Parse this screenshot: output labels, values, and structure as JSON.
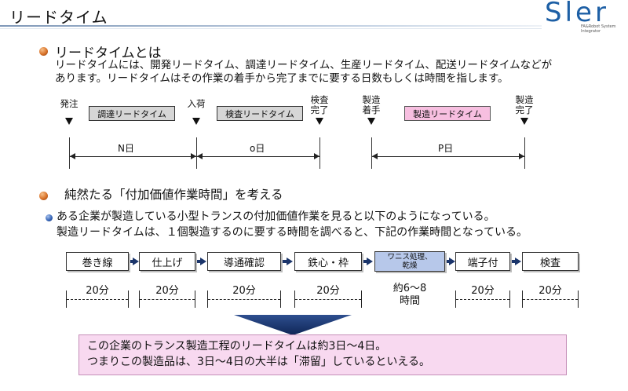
{
  "header": {
    "title": "リードタイム",
    "logo": {
      "text": "Sler",
      "subtitle": "FA&Robot System Integrator"
    }
  },
  "section1": {
    "title": "リードタイムとは",
    "body": [
      "リードタイムには、開発リードタイム、調達リードタイム、生産リードタイム、配送リードタイムなどが",
      "あります。リードタイムはその作業の着手から完了までに要する日数もしくは時間を指します。"
    ],
    "timeline": {
      "markers": [
        {
          "label": [
            "発注"
          ]
        },
        {
          "label": [
            "入荷"
          ]
        },
        {
          "label": [
            "検査",
            "完了"
          ]
        },
        {
          "label": [
            "製造",
            "着手"
          ]
        },
        {
          "label": [
            "製造",
            "完了"
          ]
        }
      ],
      "boxes": [
        "調達リードタイム",
        "検査リードタイム",
        "製造リードタイム"
      ],
      "spans": [
        "N日",
        "o日",
        "P日"
      ]
    }
  },
  "section2": {
    "title": "純然たる「付加価値作業時間」を考える",
    "body": [
      "ある企業が製造している小型トランスの付加価値作業を見ると以下のようになっている。",
      "製造リードタイムは、１個製造するのに要する時間を調べると、下記の作業時間となっている。"
    ],
    "process": [
      {
        "label": "巻き線",
        "duration": "20分"
      },
      {
        "label": "仕上げ",
        "duration": "20分"
      },
      {
        "label": "導通確認",
        "duration": "20分"
      },
      {
        "label": "鉄心・枠",
        "duration": "20分"
      },
      {
        "label": "ワニス処理、乾燥",
        "duration": "約6～8時間"
      },
      {
        "label": "端子付",
        "duration": "20分"
      },
      {
        "label": "検査",
        "duration": "20分"
      }
    ],
    "process_varnish_lines": [
      "ワニス処理、",
      "乾燥"
    ],
    "varnish_duration_lines": [
      "約6～8",
      "時間"
    ]
  },
  "conclusion": [
    "この企業のトランス製造工程のリードタイムは約3日～4日。",
    "つまりこの製造品は、3日～4日の大半は「滞留」しているといえる。"
  ],
  "colors": {
    "accent_blue": "#1d5fa5",
    "pink_box": "#f7bfe0",
    "blue_box": "#b7c8ea",
    "conclusion_bg": "#f8d9f0",
    "arrow_navy": "#1b356b"
  }
}
